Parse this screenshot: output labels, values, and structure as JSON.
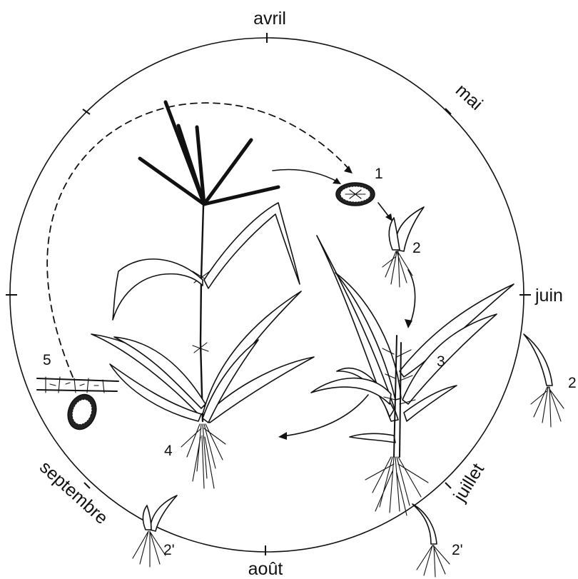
{
  "months": {
    "avril": "avril",
    "mai": "mai",
    "juin": "juin",
    "juillet": "juillet",
    "aout": "août",
    "septembre": "septembre"
  },
  "stages": {
    "s1": "1",
    "s2": "2",
    "s2_outer": "2",
    "s3": "3",
    "s4": "4",
    "s5": "5",
    "s2prime_left": "2'",
    "s2prime_right": "2'"
  }
}
